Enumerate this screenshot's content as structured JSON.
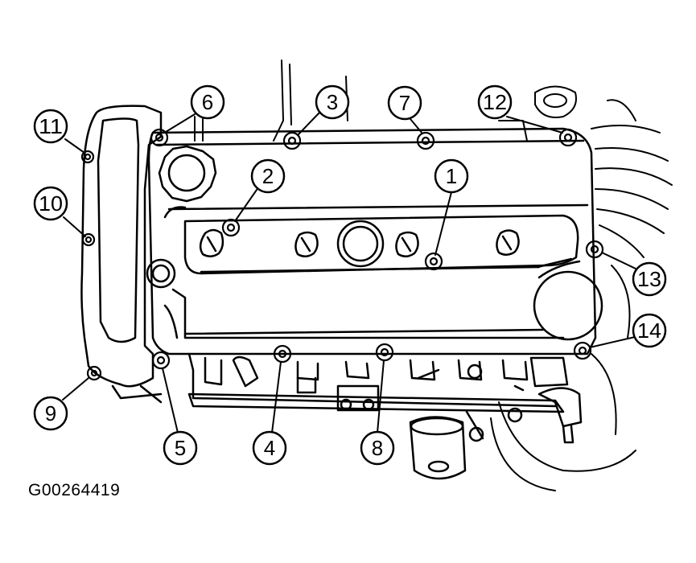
{
  "figure_id": "G00264419",
  "callouts": [
    "1",
    "2",
    "3",
    "4",
    "5",
    "6",
    "7",
    "8",
    "9",
    "10",
    "11",
    "12",
    "13",
    "14"
  ]
}
